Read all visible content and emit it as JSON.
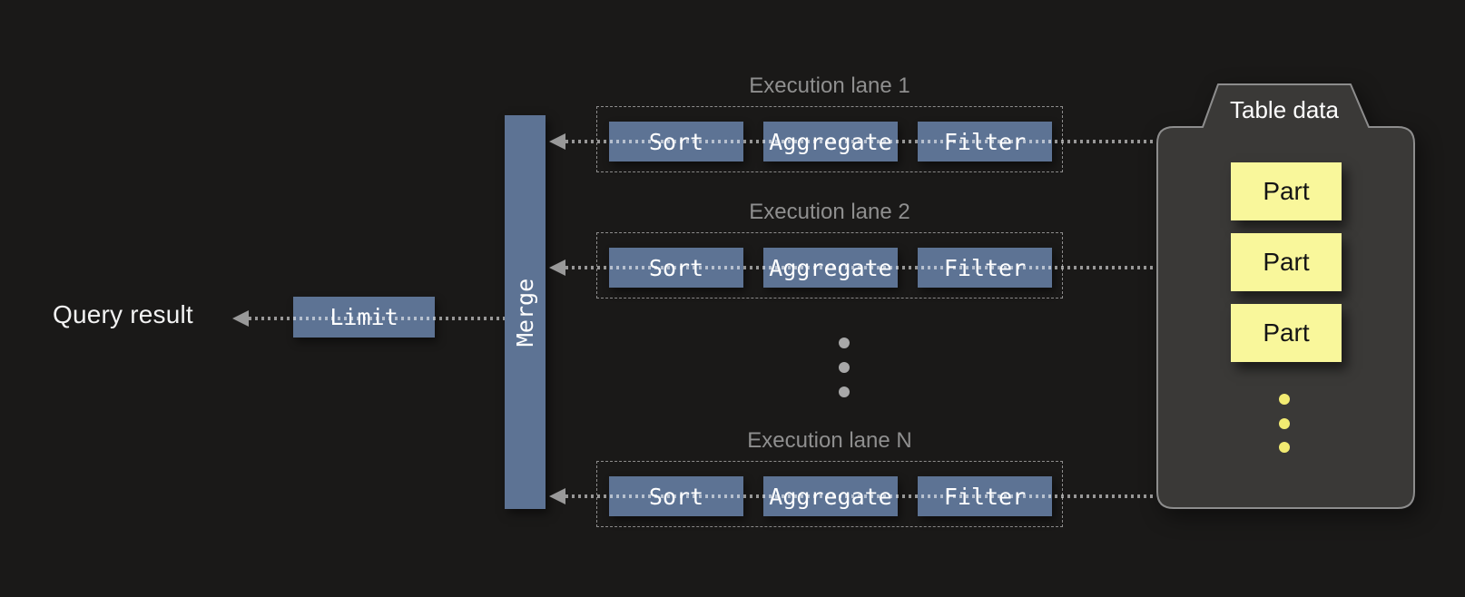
{
  "diagram": {
    "query_result_label": "Query result",
    "limit_label": "Limit",
    "merge_label": "Merge",
    "lanes": [
      {
        "label": "Execution lane 1",
        "operators": [
          "Sort",
          "Aggregate",
          "Filter"
        ]
      },
      {
        "label": "Execution lane 2",
        "operators": [
          "Sort",
          "Aggregate",
          "Filter"
        ]
      },
      {
        "label": "Execution lane N",
        "operators": [
          "Sort",
          "Aggregate",
          "Filter"
        ]
      }
    ],
    "table": {
      "title": "Table data",
      "parts": [
        "Part",
        "Part",
        "Part"
      ]
    },
    "colors": {
      "background": "#1a1918",
      "operator_blue": "#5d7394",
      "part_yellow": "#f9f79b",
      "dot_yellow": "#f2eb72",
      "dot_gray": "#a8a8a8",
      "label_gray": "#8f8f8f",
      "arrow": "#999999"
    }
  }
}
